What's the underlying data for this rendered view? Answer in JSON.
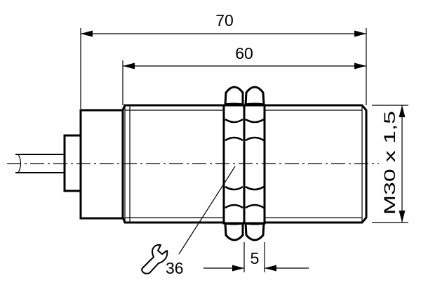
{
  "dimensions": {
    "overall_length": "70",
    "thread_length": "60",
    "thread_size": "M30 x 1,5",
    "wrench_size": "36",
    "nut_thickness": "5"
  },
  "icons": {
    "wrench": "wrench-icon"
  }
}
